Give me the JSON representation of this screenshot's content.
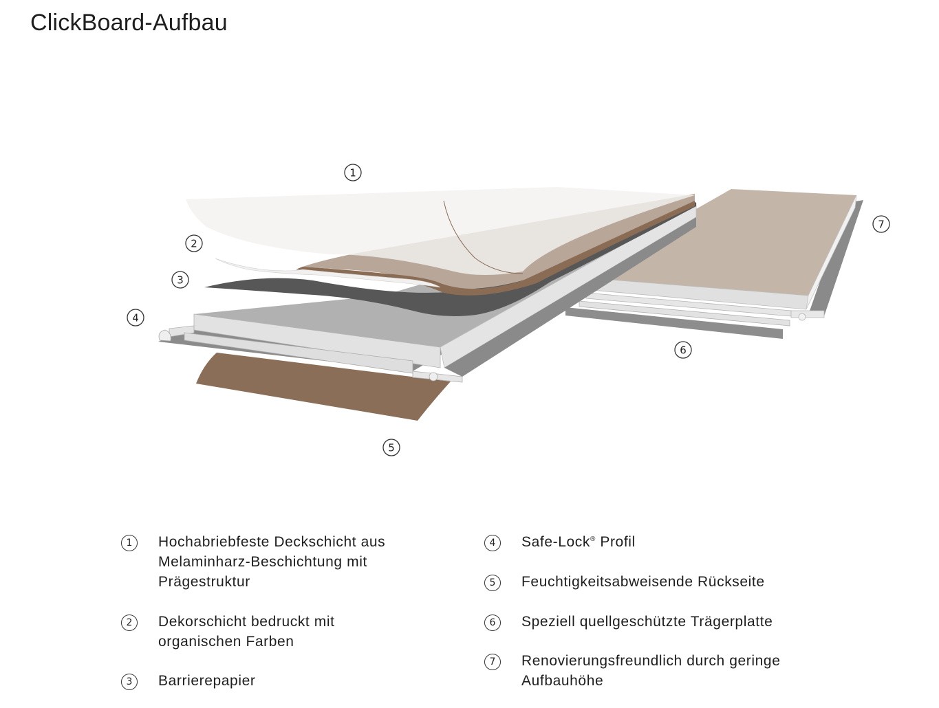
{
  "title": "ClickBoard-Aufbau",
  "callouts": [
    "1",
    "2",
    "3",
    "4",
    "5",
    "6",
    "7"
  ],
  "legend": [
    {
      "num": "1",
      "text": "Hochabriebfeste Deckschicht aus Melaminharz-Beschichtung mit Prägestruktur"
    },
    {
      "num": "2",
      "text": "Dekorschicht bedruckt mit organischen Farben"
    },
    {
      "num": "3",
      "text": "Barrierepapier"
    },
    {
      "num": "4",
      "text_before_mark": "Safe-Lock",
      "mark": "®",
      "text_after_mark": " Profil"
    },
    {
      "num": "5",
      "text": "Feuchtigkeitsabweisende Rückseite"
    },
    {
      "num": "6",
      "text": "Speziell quellgeschützte Trägerplatte"
    },
    {
      "num": "7",
      "text": "Renovierungsfreundlich durch geringe Aufbauhöhe"
    }
  ],
  "colors": {
    "overlay": "#f3f2f0",
    "decor": "#b8a698",
    "decor_edge": "#8a6c55",
    "barrier": "#575757",
    "board_top": "#b1b1b1",
    "board_side": "#e4e4e4",
    "core_dark": "#8b8b8b",
    "backing": "#8b6e58",
    "right_plank_top": "#c4b5a9",
    "right_plank_edge": "#dcdcdc"
  }
}
